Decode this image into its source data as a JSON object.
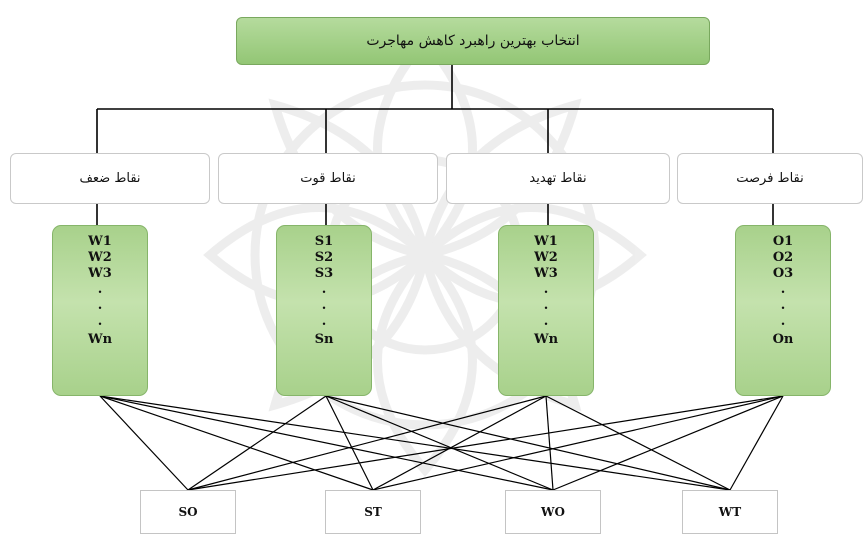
{
  "goal": "انتخاب بهترین راهبرد کاهش مهاجرت",
  "factors": [
    {
      "label": "نقاط ضعف",
      "items": [
        "W1",
        "W2",
        "W3"
      ],
      "dots": [
        ".",
        ".",
        "."
      ],
      "last": "Wn"
    },
    {
      "label": "نقاط قوت",
      "items": [
        "S1",
        "S2",
        "S3"
      ],
      "dots": [
        ".",
        ".",
        "."
      ],
      "last": "Sn"
    },
    {
      "label": "نقاط تهدید",
      "items": [
        "W1",
        "W2",
        "W3"
      ],
      "dots": [
        ".",
        ".",
        "."
      ],
      "last": "Wn"
    },
    {
      "label": "نقاط فرصت",
      "items": [
        "O1",
        "O2",
        "O3"
      ],
      "dots": [
        ".",
        ".",
        "."
      ],
      "last": "On"
    }
  ],
  "strategies": [
    "SO",
    "ST",
    "WO",
    "WT"
  ],
  "colors": {
    "goal_fill": "#a5d189",
    "column_fill": "#b4d99a",
    "line": "#000000"
  }
}
